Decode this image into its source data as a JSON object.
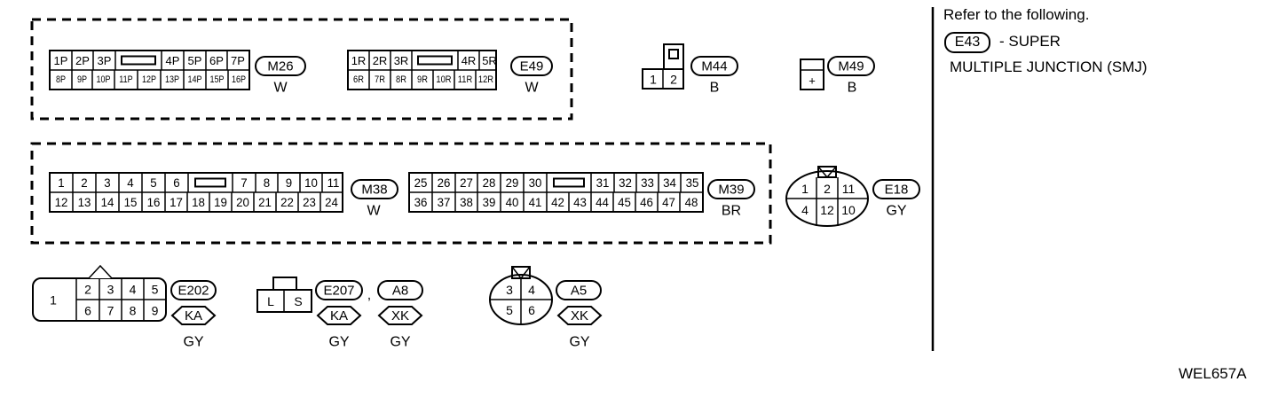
{
  "connectors": {
    "M26": {
      "ref": "M26",
      "color": "W",
      "top": [
        "1P",
        "2P",
        "3P",
        "",
        "4P",
        "5P",
        "6P",
        "7P"
      ],
      "bottom": [
        "8P",
        "9P",
        "10P",
        "11P",
        "12P",
        "13P",
        "14P",
        "15P",
        "16P"
      ]
    },
    "E49": {
      "ref": "E49",
      "color": "W",
      "top": [
        "1R",
        "2R",
        "3R",
        "",
        "4R",
        "5R"
      ],
      "bottom": [
        "6R",
        "7R",
        "8R",
        "9R",
        "10R",
        "11R",
        "12R"
      ]
    },
    "M44": {
      "ref": "M44",
      "color": "B",
      "pins": [
        "1",
        "2"
      ]
    },
    "M49": {
      "ref": "M49",
      "color": "B",
      "pins": [
        "+"
      ]
    },
    "M38": {
      "ref": "M38",
      "color": "W",
      "top": [
        "1",
        "2",
        "3",
        "4",
        "5",
        "6",
        "",
        "7",
        "8",
        "9",
        "10",
        "11"
      ],
      "bottom": [
        "12",
        "13",
        "14",
        "15",
        "16",
        "17",
        "18",
        "19",
        "20",
        "21",
        "22",
        "23",
        "24"
      ]
    },
    "M39": {
      "ref": "M39",
      "color": "BR",
      "top": [
        "25",
        "26",
        "27",
        "28",
        "29",
        "30",
        "",
        "31",
        "32",
        "33",
        "34",
        "35"
      ],
      "bottom": [
        "36",
        "37",
        "38",
        "39",
        "40",
        "41",
        "42",
        "43",
        "44",
        "45",
        "46",
        "47",
        "48"
      ]
    },
    "E18": {
      "ref": "E18",
      "color": "GY",
      "top": [
        "1",
        "2",
        "11"
      ],
      "bottom": [
        "4",
        "12",
        "10"
      ]
    },
    "E202": {
      "ref": "E202",
      "code": "KA",
      "color": "GY",
      "big": "1",
      "top": [
        "2",
        "3",
        "4",
        "5"
      ],
      "bottom": [
        "6",
        "7",
        "8",
        "9"
      ]
    },
    "E207": {
      "ref": "E207",
      "code": "KA",
      "color": "GY",
      "pins": [
        "L",
        "S"
      ]
    },
    "A8": {
      "ref": "A8",
      "code": "XK",
      "color": "GY",
      "separator": ","
    },
    "A5": {
      "ref": "A5",
      "code": "XK",
      "color": "GY",
      "top": [
        "3",
        "4"
      ],
      "bottom": [
        "5",
        "6"
      ]
    }
  },
  "note": {
    "line1": "Refer to the following.",
    "ref": "E43",
    "line2": "- SUPER",
    "line3": "MULTIPLE JUNCTION (SMJ)"
  },
  "figure_id": "WEL657A"
}
